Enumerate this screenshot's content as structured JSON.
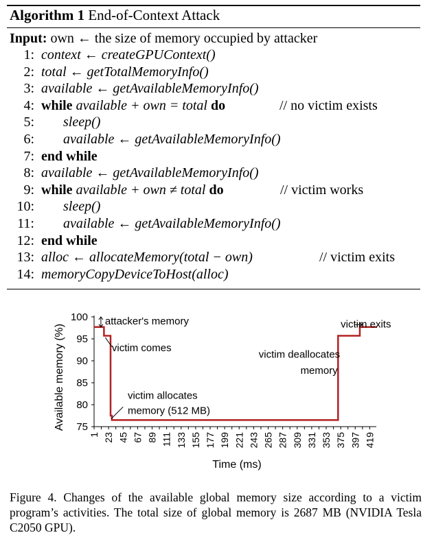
{
  "algorithm": {
    "label": "Algorithm 1",
    "title": "End-of-Context Attack",
    "input_kw": "Input:",
    "input_text": "own ← the size of memory occupied by attacker",
    "lines": [
      {
        "n": "1:",
        "parts": [
          {
            "t": "context ← createGPUContext()",
            "s": "m"
          }
        ]
      },
      {
        "n": "2:",
        "parts": [
          {
            "t": "total ← getTotalMemoryInfo()",
            "s": "m"
          }
        ]
      },
      {
        "n": "3:",
        "parts": [
          {
            "t": "available ← getAvailableMemoryInfo()",
            "s": "m"
          }
        ]
      },
      {
        "n": "4:",
        "parts": [
          {
            "t": "while ",
            "s": "kw"
          },
          {
            "t": "available + own = total ",
            "s": "m"
          },
          {
            "t": "do",
            "s": "kw"
          }
        ],
        "comment": "// no victim exists"
      },
      {
        "n": "5:",
        "indent": true,
        "parts": [
          {
            "t": "sleep()",
            "s": "m"
          }
        ]
      },
      {
        "n": "6:",
        "indent": true,
        "parts": [
          {
            "t": "available ← getAvailableMemoryInfo()",
            "s": "m"
          }
        ]
      },
      {
        "n": "7:",
        "parts": [
          {
            "t": "end while",
            "s": "kw"
          }
        ]
      },
      {
        "n": "8:",
        "parts": [
          {
            "t": "available ← getAvailableMemoryInfo()",
            "s": "m"
          }
        ]
      },
      {
        "n": "9:",
        "parts": [
          {
            "t": "while ",
            "s": "kw"
          },
          {
            "t": "available + own ≠ total ",
            "s": "m"
          },
          {
            "t": "do",
            "s": "kw"
          }
        ],
        "comment": "// victim works"
      },
      {
        "n": "10:",
        "indent": true,
        "parts": [
          {
            "t": "sleep()",
            "s": "m"
          }
        ]
      },
      {
        "n": "11:",
        "indent": true,
        "parts": [
          {
            "t": "available ← getAvailableMemoryInfo()",
            "s": "m"
          }
        ]
      },
      {
        "n": "12:",
        "parts": [
          {
            "t": "end while",
            "s": "kw"
          }
        ]
      },
      {
        "n": "13:",
        "parts": [
          {
            "t": "alloc ← allocateMemory(total − own)",
            "s": "m"
          }
        ],
        "comment": "// victim exits"
      },
      {
        "n": "14:",
        "parts": [
          {
            "t": "memoryCopyDeviceToHost(alloc)",
            "s": "m"
          }
        ]
      }
    ]
  },
  "chart_data": {
    "type": "line",
    "xlabel": "Time (ms)",
    "ylabel": "Available memory (%)",
    "ylim": [
      75,
      100
    ],
    "xlim": [
      1,
      429
    ],
    "yticks": [
      75,
      80,
      85,
      90,
      95,
      100
    ],
    "xticks": [
      1,
      23,
      45,
      67,
      89,
      111,
      133,
      155,
      177,
      199,
      221,
      243,
      265,
      287,
      309,
      331,
      353,
      375,
      397,
      419
    ],
    "color": "#b22222",
    "series": [
      {
        "x": [
          1,
          16,
          16,
          26,
          26,
          28,
          28,
          32,
          32,
          371,
          371,
          400,
          400,
          404,
          404,
          430
        ],
        "y": [
          97.7,
          97.7,
          95.7,
          95.7,
          77.5,
          77.5,
          76.5,
          76.5,
          76.5,
          76.5,
          95.7,
          95.7,
          95.7,
          95.7,
          97.7,
          97.7
        ]
      }
    ],
    "annotations": [
      {
        "text": "attacker's memory"
      },
      {
        "text": "victim comes"
      },
      {
        "text": "victim allocates",
        "text2": "memory (512 MB)"
      },
      {
        "text": "victim deallocates",
        "text2": "memory"
      },
      {
        "text": "victim exits"
      }
    ]
  },
  "caption": "Figure 4.   Changes of the available global memory size according to a victim program’s activities. The total size of global memory is 2687 MB (NVIDIA Tesla C2050 GPU)."
}
